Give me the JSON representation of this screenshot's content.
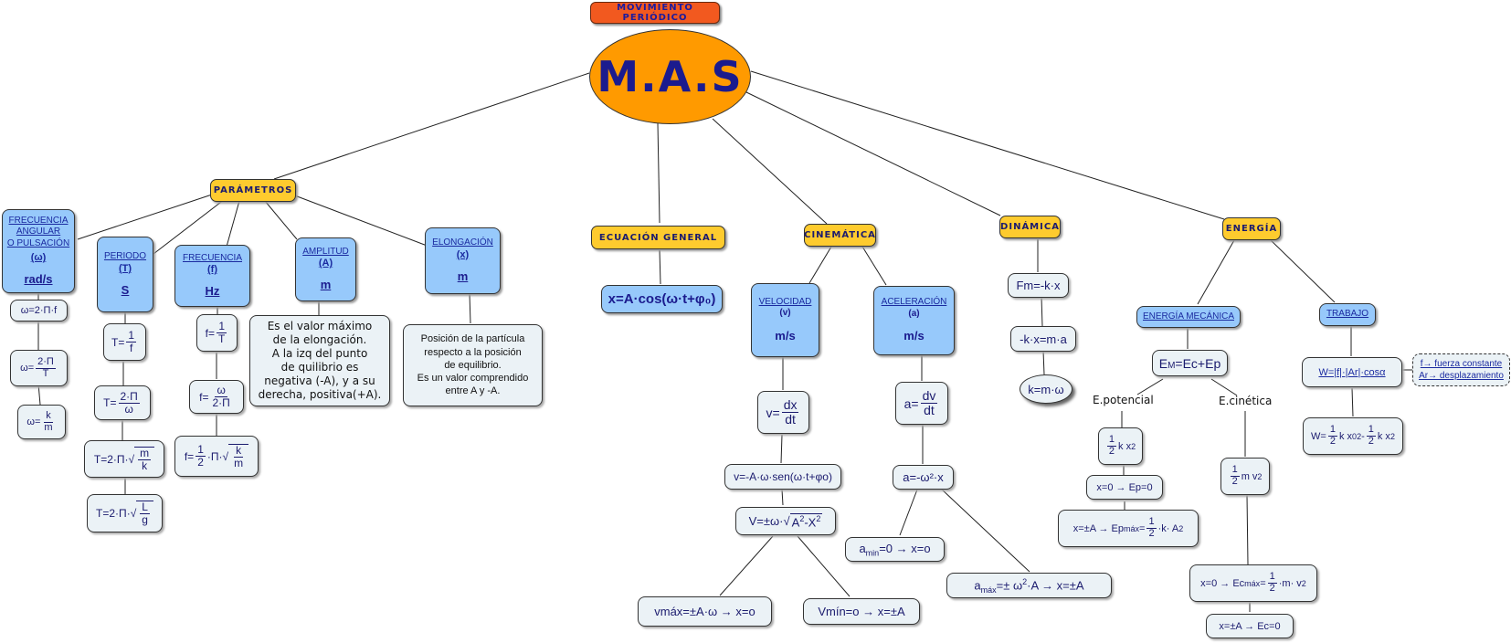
{
  "header": {
    "title": "MOVIMIENTO PERIÓDICO",
    "root": "M.A.S"
  },
  "categories": {
    "parametros": "PARÁMETROS",
    "ecuacion": "ECUACIÓN GENERAL",
    "cinematica": "CINEMÁTICA",
    "dinamica": "DINÁMICA",
    "energia": "ENERGÍA"
  },
  "parametros": {
    "frecuencia_angular": {
      "lines": [
        "FRECUENCIA",
        "ANGULAR",
        "O PULSACIÓN"
      ],
      "symbol": "(ω)",
      "unit": "rad/s",
      "formulas": [
        "ω=2·Π·f",
        "ω=2·Π/T",
        "ω=k/m"
      ]
    },
    "periodo": {
      "name": "PERIODO",
      "symbol": "(T)",
      "unit": "S",
      "formulas": [
        "T=1/f",
        "T=2·Π/ω",
        "T=2·Π·√(m/k)",
        "T=2·Π·√(L/g)"
      ]
    },
    "frecuencia": {
      "name": "FRECUENCIA",
      "symbol": "(f)",
      "unit": "Hz",
      "formulas": [
        "f=1/T",
        "f=ω/(2·Π)",
        "f=1/2·Π·√(k/m)"
      ]
    },
    "amplitud": {
      "name": "AMPLITUD",
      "symbol": "(A)",
      "unit": "m",
      "description": [
        "Es el valor máximo",
        "de la elongación.",
        "A la izq del punto",
        "de quilibrio es",
        "negativa (-A), y a su",
        "derecha, positiva(+A)."
      ]
    },
    "elongacion": {
      "name": "ELONGACIÓN",
      "symbol": "(x)",
      "unit": "m",
      "description": [
        "Posición de la partícula",
        "respecto a la posición",
        "de equilibrio.",
        "Es un valor comprendido",
        "entre A y -A."
      ]
    }
  },
  "ecuacion": {
    "formula": "x=A·cos(ω·t+φ₀)"
  },
  "cinematica": {
    "velocidad": {
      "name": "VELOCIDAD",
      "symbol": "(v)",
      "unit": "m/s",
      "formulas": [
        "v=dx/dt",
        "v=-A·ω·sen(ω·t+φo)",
        "V=±ω·√(A²-X²)",
        "vmáx=±A·ω → x=o",
        "Vmín=o → x=±A"
      ]
    },
    "aceleracion": {
      "name": "ACELERACIÓN",
      "symbol": "(a)",
      "unit": "m/s",
      "formulas": [
        "a=dv/dt",
        "a=-ω²·x",
        "amin=0 → x=o",
        "amáx=±ω²·A → x=±A"
      ]
    }
  },
  "dinamica": {
    "formulas": [
      "Fm=-k·x",
      "-k·x=m·a",
      "k=m·ω"
    ]
  },
  "energia": {
    "mecanica": {
      "name": "ENERGÍA MECÁNICA",
      "formula": "EM=Ec+Ep",
      "potencial": {
        "label": "E.potencial",
        "formulas": [
          "1/2 k x²",
          "x=0 → Ep=0",
          "x=±A → Epmáx=1/2 ·k·A²"
        ]
      },
      "cinetica": {
        "label": "E.cinética",
        "formulas": [
          "1/2 m v²",
          "x=0 → Ecmáx=1/2·m·v²",
          "x=±A → Ec=0"
        ]
      }
    },
    "trabajo": {
      "name": "TRABAJO",
      "formulas": [
        "W=|f|·|Ar|·cosα",
        "W=1/2 k x₀² - 1/2 k x²"
      ],
      "note": [
        "f→ fuerza constante",
        "Ar→ desplazamiento"
      ]
    }
  },
  "colors": {
    "root": "#ff9a00",
    "title": "#f2591f",
    "category": "#fecb2e",
    "concept": "#97c9fb",
    "formula": "#ebf2f6",
    "text": "#1b1b8e"
  }
}
